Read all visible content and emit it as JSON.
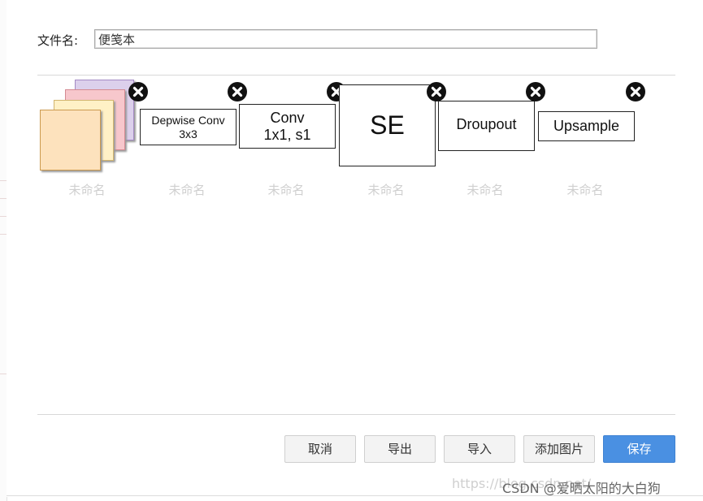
{
  "file_name": {
    "label": "文件名:",
    "value": "便笺本"
  },
  "shapes": [
    {
      "label": "未命名"
    },
    {
      "line1": "Depwise Conv",
      "line2": "3x3",
      "label": "未命名"
    },
    {
      "line1": "Conv",
      "line2": "1x1, s1",
      "label": "未命名"
    },
    {
      "line1": "SE",
      "label": "未命名"
    },
    {
      "line1": "Droupout",
      "label": "未命名"
    },
    {
      "line1": "Upsample",
      "label": "未命名"
    }
  ],
  "buttons": {
    "cancel": "取消",
    "export": "导出",
    "import": "导入",
    "add_image": "添加图片",
    "save": "保存"
  },
  "watermark": "https://blog.csdn.net/",
  "credit": "CSDN @爱晒太阳的大白狗",
  "colors": {
    "save_button": "#4a90e2",
    "stack_orange": "#fde2bd",
    "stack_yellow": "#fff1c6",
    "stack_pink": "#f7c7cc",
    "stack_purple": "#dcd0ec"
  }
}
